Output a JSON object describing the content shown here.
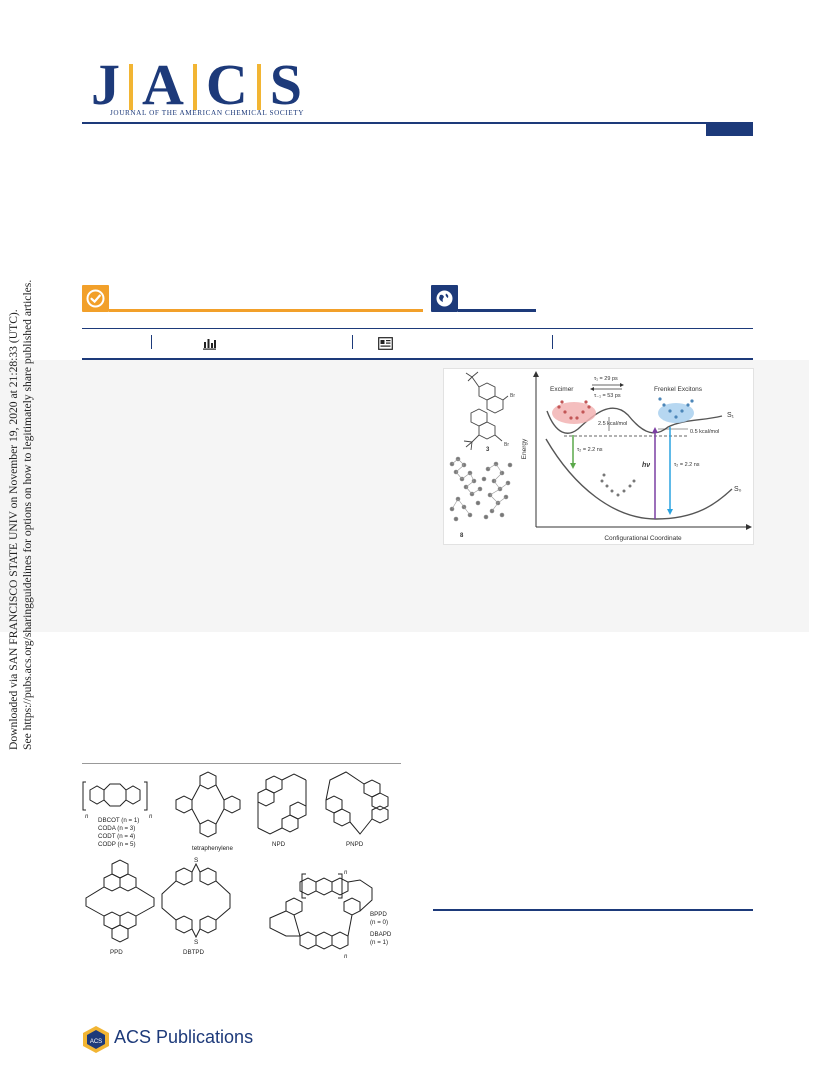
{
  "journal": {
    "letters": [
      "J",
      "A",
      "C",
      "S"
    ],
    "full_name": "JOURNAL OF THE AMERICAN CHEMICAL SOCIETY"
  },
  "colors": {
    "navy": "#1d3a7a",
    "gold": "#f2b533",
    "orange": "#f2a02a",
    "abstract_bg": "#f5f5f5"
  },
  "side_note": {
    "line1": "Downloaded via SAN FRANCISCO STATE UNIV on November 19, 2020 at 21:28:33 (UTC).",
    "line2": "See https://pubs.acs.org/sharingguidelines for options on how to legitimately share published articles."
  },
  "toc_graphic": {
    "compound_labels": [
      "3",
      "8"
    ],
    "substituent": "Br",
    "excimer": "Excimer",
    "frenkel": "Frenkel Excitons",
    "tau1": "τ₁ = 29 ps",
    "tau_minus1": "τ₋₁ = 53 ps",
    "barrier": "2.5 kcal/mol",
    "gap": "0.5 kcal/mol",
    "tau2_left": "τ₂ = 2.2 ns",
    "tau2_right": "τ₂ = 2.2 ns",
    "hv": "hν",
    "s1": "S₁",
    "s0": "S₀",
    "yaxis": "Energy",
    "xaxis": "Configurational Coordinate"
  },
  "figure1": {
    "labels_row1": [
      "DBCOT (n = 1)",
      "CODA (n = 3)",
      "CODT (n = 4)",
      "CODP (n = 5)"
    ],
    "tetraphenylene": "tetraphenylene",
    "npd": "NPD",
    "pnpd": "PNPD",
    "ppd": "PPD",
    "dbtpd": "DBTPD",
    "bppd": "BPPD",
    "bppd_n": "(n = 0)",
    "dbapd": "DBAPD",
    "dbapd_n": "(n = 1)",
    "sulfur": "S",
    "n": "n"
  },
  "publisher": {
    "name": "ACS Publications"
  }
}
